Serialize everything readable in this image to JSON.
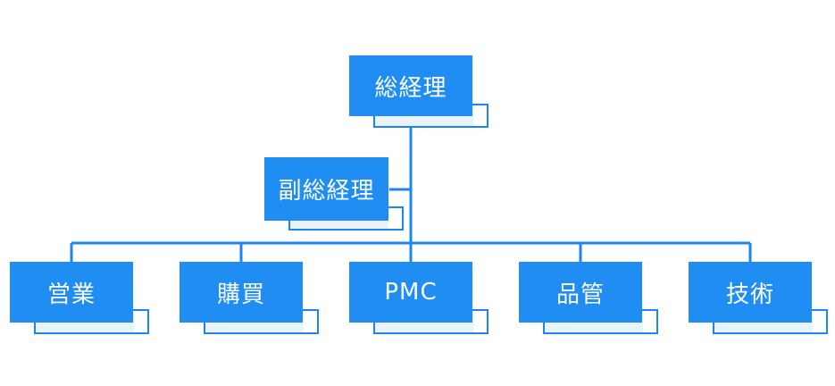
{
  "chart": {
    "top": {
      "label": "総経理",
      "subtitle": ""
    },
    "deputy": {
      "label": "副総経理",
      "subtitle": ""
    },
    "departments": [
      {
        "label": "営業",
        "subtitle": ""
      },
      {
        "label": "購買",
        "subtitle": ""
      },
      {
        "label": "PMC",
        "subtitle": ""
      },
      {
        "label": "品管",
        "subtitle": ""
      },
      {
        "label": "技術",
        "subtitle": ""
      }
    ]
  },
  "colors": {
    "box": "#1f8df2",
    "line": "#1c86ee",
    "label": "#ffffff"
  }
}
